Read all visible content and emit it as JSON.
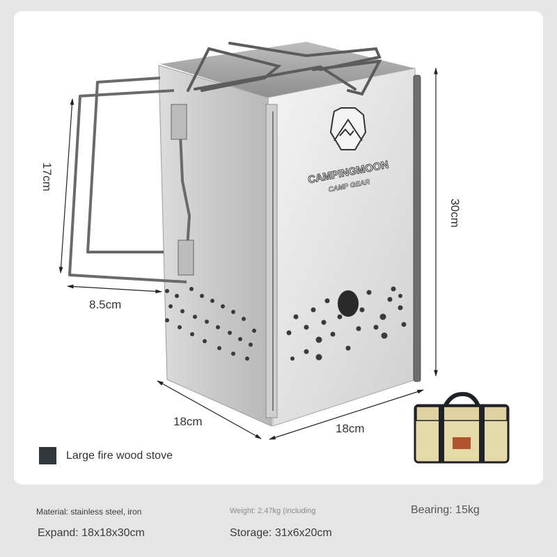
{
  "product": {
    "name": "Large fire wood stove",
    "brand_logo": "CAMPINGMOON",
    "brand_tagline": "CAMP GEAR",
    "legend_color": "#31373a"
  },
  "dimensions": {
    "handle_height": "17cm",
    "handle_depth": "8.5cm",
    "height": "30cm",
    "width_left": "18cm",
    "width_right": "18cm"
  },
  "specs": {
    "material": "Material: stainless steel, iron",
    "weight": "Weight: 2.47kg (including",
    "bearing": "Bearing: 15kg",
    "expand": "Expand: 18x18x30cm",
    "storage": "Storage: 31x6x20cm"
  },
  "colors": {
    "page_bg": "#e5e5e5",
    "card_bg": "#ffffff",
    "steel_light": "#e8e8e8",
    "steel_mid": "#c4c4c4",
    "steel_dark": "#8c8c8c",
    "bag_canvas": "#e6d9a8",
    "bag_trim": "#1e2226",
    "bag_patch": "#b0532e"
  }
}
